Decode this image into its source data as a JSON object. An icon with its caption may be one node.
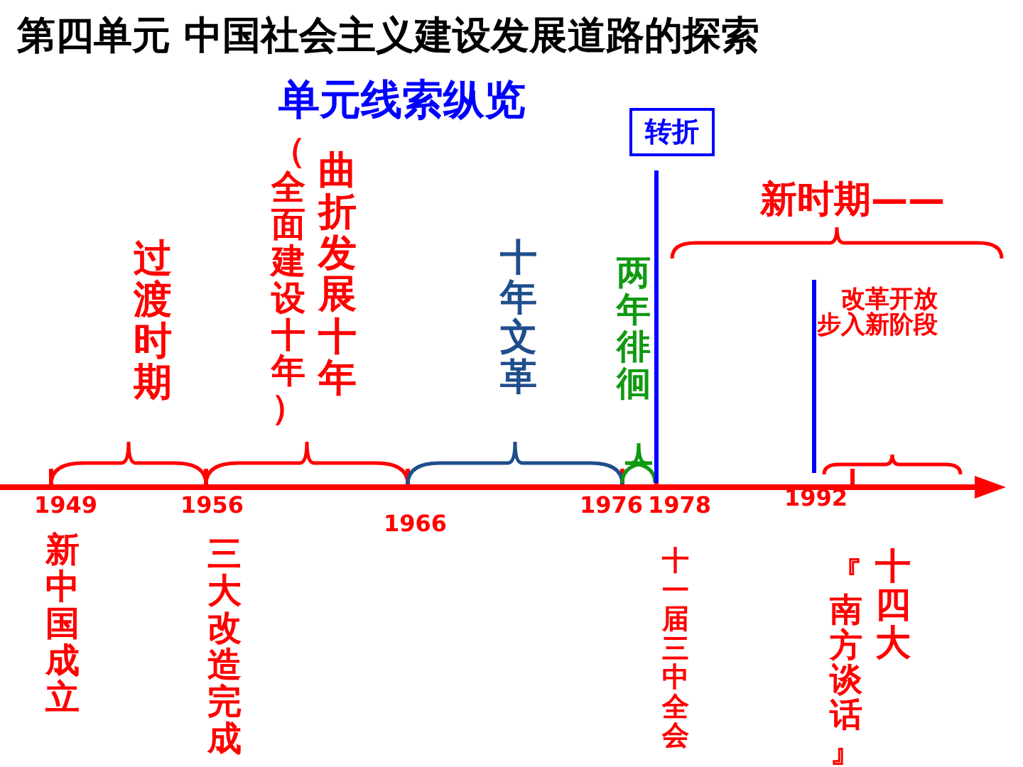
{
  "diagram": {
    "title": "第四单元  中国社会主义建设发展道路的探索",
    "nodes": [
      {
        "text": [
          "转折"
        ]
      }
    ],
    "edges": [],
    "labels": [
      "单元线索纵览",
      "过渡时期",
      "（全面建设十年）",
      "曲折发展十年",
      "十年文革",
      "两年徘徊",
      "新时期——",
      "改革开放步入新阶段",
      "1949",
      "1956",
      "1966",
      "1976",
      "1978",
      "1992",
      "新中国成立",
      "三大改造完成",
      "十一届三中全会",
      "十四大",
      "『南方谈话』"
    ]
  }
}
